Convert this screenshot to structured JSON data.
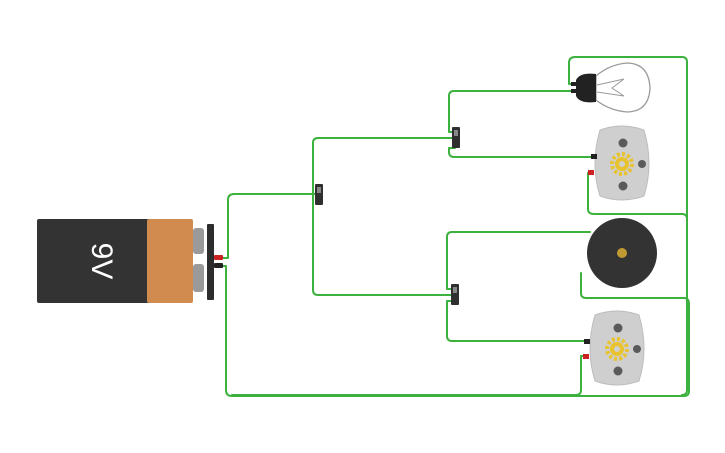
{
  "battery": {
    "label": "9V",
    "body_color": "#333333",
    "cap_color": "#d28b4f"
  },
  "wire_color": "#3db13d",
  "components": [
    {
      "name": "light-bulb-icon"
    },
    {
      "name": "dc-motor-icon"
    },
    {
      "name": "piezo-buzzer-icon"
    },
    {
      "name": "dc-motor-icon"
    }
  ],
  "switches": [
    {
      "name": "slide-switch-main"
    },
    {
      "name": "slide-switch-upper"
    },
    {
      "name": "slide-switch-lower"
    }
  ]
}
